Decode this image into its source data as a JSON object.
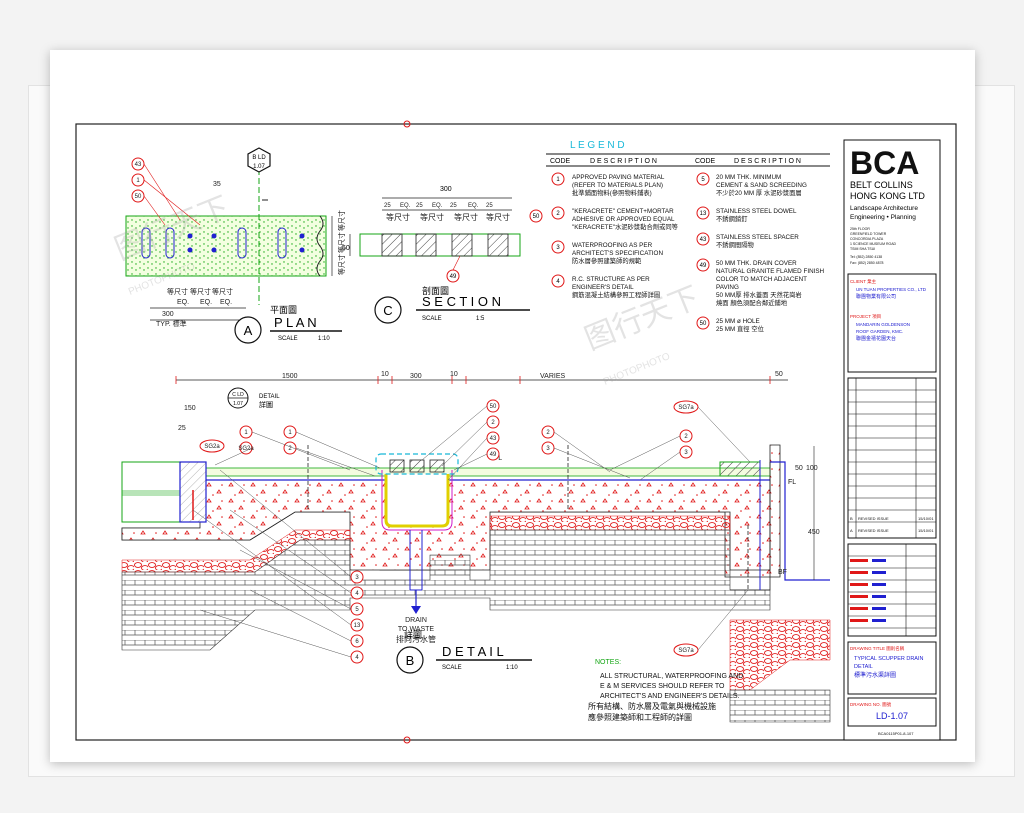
{
  "plan": {
    "letter": "A",
    "title": "P L A N",
    "scale": "SCALE",
    "scale_value": "1:10",
    "cn": "平面圖",
    "dim_300": "300",
    "dim_35": "35",
    "eq": "EQ.",
    "typ": "TYP. 標準",
    "detail_tag": "B LD",
    "detail_tag_sheet": "1.07",
    "eq_cn": "等尺寸",
    "tags": [
      "43",
      "1",
      "50"
    ]
  },
  "section": {
    "letter": "C",
    "title": "S E C T I O N",
    "scale": "SCALE",
    "scale_value": "1:5",
    "cn": "剖面圖",
    "dim_300": "300",
    "dims_top": [
      "25",
      "EQ.",
      "25",
      "EQ.",
      "25",
      "EQ.",
      "25"
    ],
    "dim_50": "50",
    "tag_50": "50",
    "tag_49": "49",
    "eq_cn": "等尺寸"
  },
  "detail": {
    "letter": "B",
    "title": "D E T A I L",
    "scale": "SCALE",
    "scale_value": "1:10",
    "cn": "詳圖",
    "dims_top": [
      "1500",
      "10",
      "300",
      "10",
      "VARIES",
      "50"
    ],
    "dim_150": "150",
    "dim_25": "25",
    "dim_100": "100",
    "dim_450": "450",
    "dim_50": "50",
    "tag_c": "C LD",
    "tag_c_sheet": "1.07",
    "tag_c_label": "DETAIL",
    "tag_c_cn": "詳圖",
    "drain": "DRAIN",
    "to_waste": "TO WASTE",
    "drain_cn": "排向污水管",
    "fl": "FL",
    "bf": "BF",
    "sg": "SG7a",
    "sg2": "SG2a",
    "left_tags": [
      "1",
      "2"
    ],
    "center_tags": [
      "50",
      "2",
      "43",
      "49"
    ],
    "right_tags": [
      "2",
      "3"
    ],
    "bottom_left_tags": [
      "3",
      "4",
      "5",
      "13",
      "6",
      "4"
    ],
    "notes_title": "NOTES:",
    "notes": [
      "ALL STRUCTURAL, WATERPROOFING AND",
      "E & M SERVICES SHOULD REFER TO",
      "ARCHITECT'S AND ENGINEER'S DETAILS.",
      "所有結構、防水層及電氣與機械設施",
      "應參照建築師和工程師的詳圖"
    ]
  },
  "legend": {
    "title": "L E G E N D",
    "col_code": "CODE",
    "col_desc": "D E S C R I P T I O N",
    "left": [
      {
        "code": "1",
        "lines": [
          "APPROVED PAVING MATERIAL",
          "(REFER TO MATERIALS PLAN)",
          "批準鋪面物料(參照物料鋪表)"
        ]
      },
      {
        "code": "2",
        "lines": [
          "\"KERACRETE\" CEMENT+MORTAR",
          "ADHESIVE OR APPROVED EQUAL",
          "\"KERACRETE\"水泥砂漿黏合劑或同等"
        ]
      },
      {
        "code": "3",
        "lines": [
          "WATERPROOFING AS PER",
          "ARCHITECT'S SPECIFICATION",
          "防水層參照建築師的規範"
        ]
      },
      {
        "code": "4",
        "lines": [
          "R.C. STRUCTURE AS PER",
          "ENGINEER'S DETAIL",
          "鋼筋混凝土結構參照工程師詳圖"
        ]
      }
    ],
    "right": [
      {
        "code": "5",
        "lines": [
          "20 MM THK. MINIMUM",
          "CEMENT & SAND SCREEDING",
          "不少於20 MM 厚 水泥砂漿面層"
        ]
      },
      {
        "code": "13",
        "lines": [
          "STAINLESS STEEL DOWEL",
          "不銹鋼銷釘"
        ]
      },
      {
        "code": "43",
        "lines": [
          "STAINLESS STEEL SPACER",
          "不銹鋼間隔物"
        ]
      },
      {
        "code": "49",
        "lines": [
          "50 MM THK. DRAIN COVER",
          "NATURAL GRANITE FLAMED FINISH",
          "COLOR TO MATCH ADJACENT",
          "PAVING",
          "50 MM厚 排水蓋面 天然花崗岩",
          "燒面 顏色須配合鄰近鋪地"
        ]
      },
      {
        "code": "50",
        "lines": [
          "25 MM ø HOLE",
          "25 MM 直徑 空位"
        ]
      }
    ]
  },
  "titleblock": {
    "logo": "BCA",
    "company": [
      "BELT COLLINS",
      "HONG KONG LTD"
    ],
    "discipline": [
      "Landscape Architecture",
      "Engineering • Planning"
    ],
    "address": [
      "25th FLOOR",
      "GREENFIELD TOWER",
      "CONCORDIA PLAZA",
      "1 SCIENCE MUSEUM ROAD",
      "TSIM SHA TSUI"
    ],
    "tel": "Tel: (852) 2850 4138",
    "fax": "Fax: (852) 2850 4878",
    "client_label": "CLIENT 業主",
    "client": [
      "UN TUAN PROPERTIES CO., LTD",
      "聯團物業有限公司"
    ],
    "project_label": "PROJECT 項目",
    "project": [
      "MANDARIN GOLDENSON",
      "ROOF GARDEN, KMC.",
      "聯團金禧花園天台"
    ],
    "revisions": [
      {
        "no": "B",
        "desc": "REVISED ISSUE",
        "date": "15/10/01"
      },
      {
        "no": "A",
        "desc": "REVISED ISSUE",
        "date": "15/10/01"
      }
    ],
    "drawing_title_label": "DRAWING TITLE 圖則名稱",
    "drawing_title": [
      "TYPICAL SCUPPER DRAIN",
      "DETAIL",
      "標準污水渠詳圖"
    ],
    "drawing_no_label": "DRAWING NO. 圖號",
    "drawing_no": "LD-1.07",
    "file_no": "BCA0115P01-8-107"
  },
  "watermark": {
    "brand": "图行天下",
    "sub": "PHOTOPHOTO"
  },
  "colors": {
    "red": "#e01818",
    "green": "#14a614",
    "blue": "#2020d0",
    "cyan": "#18b8d8",
    "magenta": "#d018c8",
    "dark": "#111111",
    "yellow": "#e0d000"
  }
}
